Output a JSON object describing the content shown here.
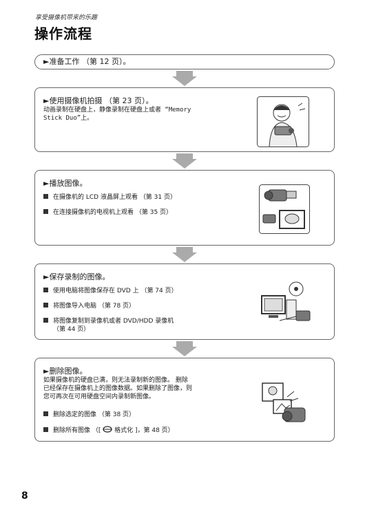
{
  "header": {
    "subtitle": "享受摄像机带来的乐趣",
    "title": "操作流程"
  },
  "steps": {
    "prepare": "►准备工作 （第 12 页）。",
    "shoot": {
      "heading": "►使用摄像机拍摄 （第 23 页）。",
      "desc_1": "动画录制在硬盘上，静像录制在硬盘上或者 “Memory",
      "desc_2": "Stick Duo”上。"
    },
    "play": {
      "heading": "►播放图像。",
      "items": [
        "在摄像机的 LCD 液晶屏上观看 （第 31 页）",
        "在连接摄像机的电视机上观看 （第 35 页）"
      ]
    },
    "save": {
      "heading": "►保存录制的图像。",
      "items": [
        "使用电脑将图像保存在 DVD 上 （第 74 页）",
        "将图像导入电脑 （第 78 页）",
        "将图像复制到录像机或者 DVD/HDD 录像机"
      ],
      "item3_cont": "（第 44 页）"
    },
    "delete": {
      "heading": "►删除图像。",
      "desc_1": "如果摄像机的硬盘已满，则无法录制新的图像。 删除",
      "desc_2": "已经保存在摄像机上的图像数据。如果删除了图像，则",
      "desc_3": "您可再次在可用硬盘空间内录制新图像。",
      "item1": "删除选定的图像 （第 38 页）",
      "item2_pre": "删除所有图像 （[",
      "item2_post": "格式化 ]，第 48 页）"
    }
  },
  "page_number": "8"
}
